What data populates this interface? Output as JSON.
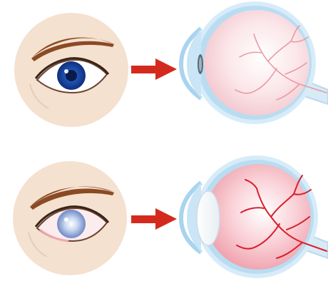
{
  "diagram": {
    "rows": [
      {
        "id": "normal",
        "iris_color": "#1d4fb0",
        "lens_state": "clear",
        "eyeball_fill": "#f7d9df",
        "vessel_color": "#e98b95"
      },
      {
        "id": "cataract",
        "iris_color": "#9fb3dc",
        "lens_state": "cloudy",
        "eyeball_fill": "#f4b8c2",
        "vessel_color": "#d9202c"
      }
    ],
    "colors": {
      "skin": "#f4e1cf",
      "brow": "#8a4a24",
      "arrow": "#d42a1e",
      "sclera_outline": "#bfe0f4",
      "cornea": "#a9d4ee"
    },
    "icons": [
      "face-eye-icon",
      "arrow-right-icon",
      "eyeball-cross-section-icon"
    ]
  }
}
